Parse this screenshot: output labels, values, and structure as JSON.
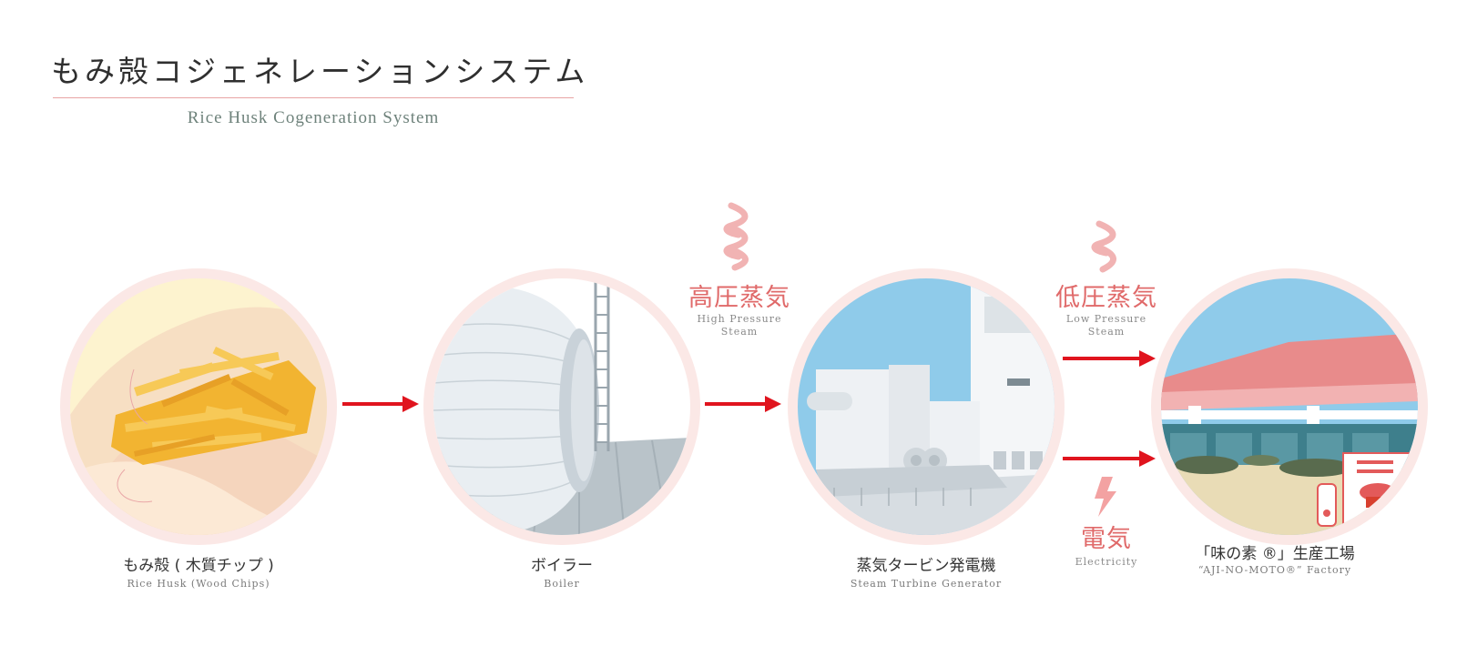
{
  "header": {
    "title_ja": "もみ殻コジェネレーションシステム",
    "title_en": "Rice Husk Cogeneration System"
  },
  "nodes": [
    {
      "label_ja": "もみ殻 ( 木質チップ )",
      "label_en": "Rice Husk (Wood Chips)"
    },
    {
      "label_ja": "ボイラー",
      "label_en": "Boiler"
    },
    {
      "label_ja": "蒸気タービン発電機",
      "label_en": "Steam Turbine Generator"
    },
    {
      "label_ja": "「味の素 ®」生産工場",
      "label_en": "“AJI-NO-MOTO®” Factory"
    }
  ],
  "flows": {
    "high_pressure": {
      "label_ja": "高圧蒸気",
      "label_en_1": "High Pressure",
      "label_en_2": "Steam",
      "icon": "steam-icon"
    },
    "low_pressure": {
      "label_ja": "低圧蒸気",
      "label_en_1": "Low Pressure",
      "label_en_2": "Steam",
      "icon": "steam-icon"
    },
    "electricity": {
      "label_ja": "電気",
      "label_en": "Electricity",
      "icon": "lightning-icon"
    }
  },
  "colors": {
    "arrow": "#e0141e",
    "accent": "#e06a6a",
    "ring": "#fbe8e6"
  }
}
